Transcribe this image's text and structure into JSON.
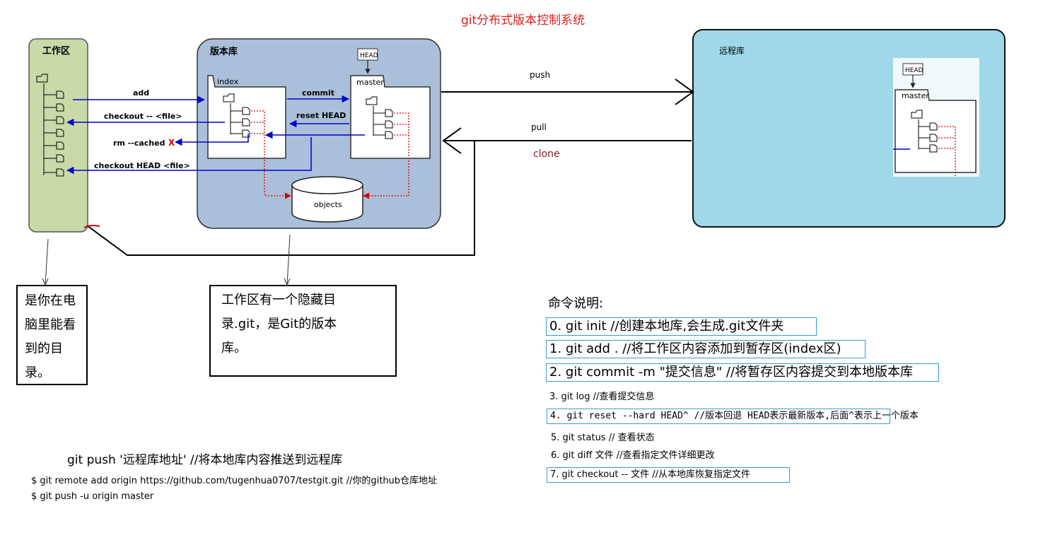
{
  "title": "git分布式版本控制系统",
  "workspace": {
    "label": "工作区"
  },
  "repository": {
    "label": "版本库",
    "index_label": "index",
    "master_label": "master",
    "head_label": "HEAD",
    "objects_label": "objects"
  },
  "remote": {
    "label": "远程库",
    "head_label": "HEAD",
    "master_label": "master"
  },
  "arrows": {
    "add": "add",
    "checkout_file": "checkout -- <file>",
    "rm_cached": "rm --cached",
    "rm_cached_mark": "X",
    "checkout_head": "checkout HEAD <file>",
    "commit": "commit",
    "reset_head": "reset HEAD",
    "push": "push",
    "pull": "pull",
    "clone": "clone"
  },
  "colors": {
    "title": "#e02020",
    "workspace_fill": "#c8daa8",
    "repository_fill": "#aabfd9",
    "remote_fill": "#9ed8e9",
    "flow_arrow": "#0000cc",
    "objects_link": "#dd0000",
    "clone_text": "#8b1a1a",
    "command_border": "#3a9ad6"
  },
  "annotations": {
    "workspace_note": [
      "是你在电",
      "脑里能看",
      "到的目",
      "录。"
    ],
    "repository_note": [
      "工作区有一个隐藏目",
      "录.git，是Git的版本",
      "库。"
    ]
  },
  "commands": {
    "heading": "命令说明:",
    "items": [
      "0. git init   //创建本地库,会生成.git文件夹",
      "1. git add .  //将工作区内容添加到暂存区(index区)",
      "2. git commit -m \"提交信息\"  //将暂存区内容提交到本地版本库",
      "3. git log  //查看提交信息",
      "4. git reset --hard HEAD^  //版本回退  HEAD表示最新版本,后面^表示上一个版本",
      "5. git status // 查看状态",
      "6. git diff 文件   //查看指定文件详细更改",
      "7. git checkout -- 文件  //从本地库恢复指定文件"
    ]
  },
  "push_notes": [
    "git push '远程库地址'   //将本地库内容推送到远程库",
    "$ git remote add origin https://github.com/tugenhua0707/testgit.git  //你的github仓库地址",
    "$ git push -u origin master"
  ]
}
